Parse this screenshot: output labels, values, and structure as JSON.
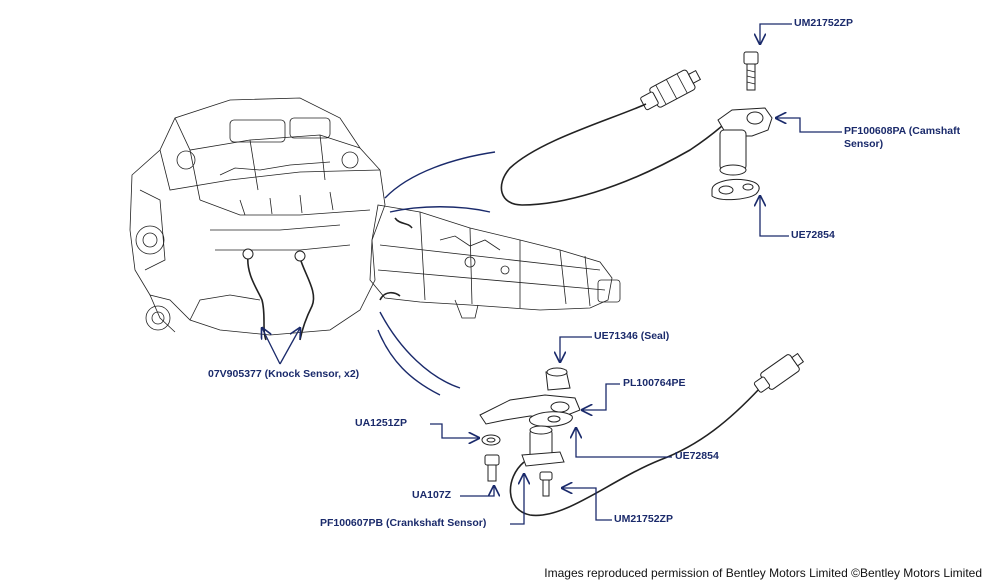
{
  "labels": {
    "bolt_top": "UM21752ZP",
    "camshaft_sensor_l1": "PF100608PA (Camshaft",
    "camshaft_sensor_l2": "Sensor)",
    "gasket_top": "UE72854",
    "knock_sensor": "07V905377 (Knock Sensor, x2)",
    "seal": "UE71346 (Seal)",
    "bracket": "PL100764PE",
    "washer": "UA1251ZP",
    "gasket_bottom": "UE72854",
    "screw": "UA107Z",
    "crankshaft_sensor": "PF100607PB (Crankshaft Sensor)",
    "bolt_bottom": "UM21752ZP"
  },
  "credit": "Images reproduced permission of Bentley Motors Limited ©Bentley Motors Limited",
  "colors": {
    "callout": "#1a2a6b",
    "line": "#222222"
  }
}
